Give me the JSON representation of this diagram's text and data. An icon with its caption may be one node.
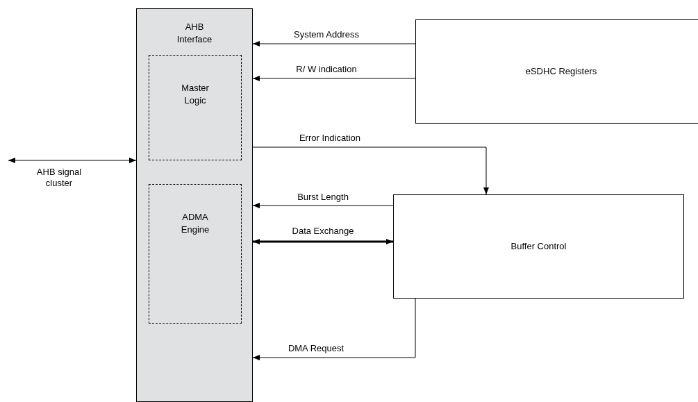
{
  "diagram": {
    "nodes": [
      {
        "text": [
          "AHB Interface"
        ]
      },
      {
        "text": [
          "Master Logic"
        ],
        "in": 0
      },
      {
        "text": [
          "ADMA Engine"
        ],
        "in": 0
      },
      {
        "text": [
          "eSDHC Registers"
        ]
      },
      {
        "text": [
          "Buffer Control"
        ]
      }
    ],
    "edges": [
      {
        "from": 3,
        "to": 0,
        "arrow": "to",
        "label": "System Address"
      },
      {
        "from": 3,
        "to": 0,
        "arrow": "to",
        "label": "R/ W indication"
      },
      {
        "from": 0,
        "to": 4,
        "arrow": "to",
        "label": "Error Indication"
      },
      {
        "from": 4,
        "to": 0,
        "arrow": "to",
        "label": "Burst Length"
      },
      {
        "from": 0,
        "to": 4,
        "arrow": "both",
        "label": "Data Exchange",
        "style": "thick"
      },
      {
        "from": 4,
        "to": 0,
        "arrow": "to",
        "label": "DMA Request"
      },
      {
        "from": null,
        "to": 0,
        "arrow": "both",
        "label": "AHB signal cluster"
      }
    ]
  }
}
